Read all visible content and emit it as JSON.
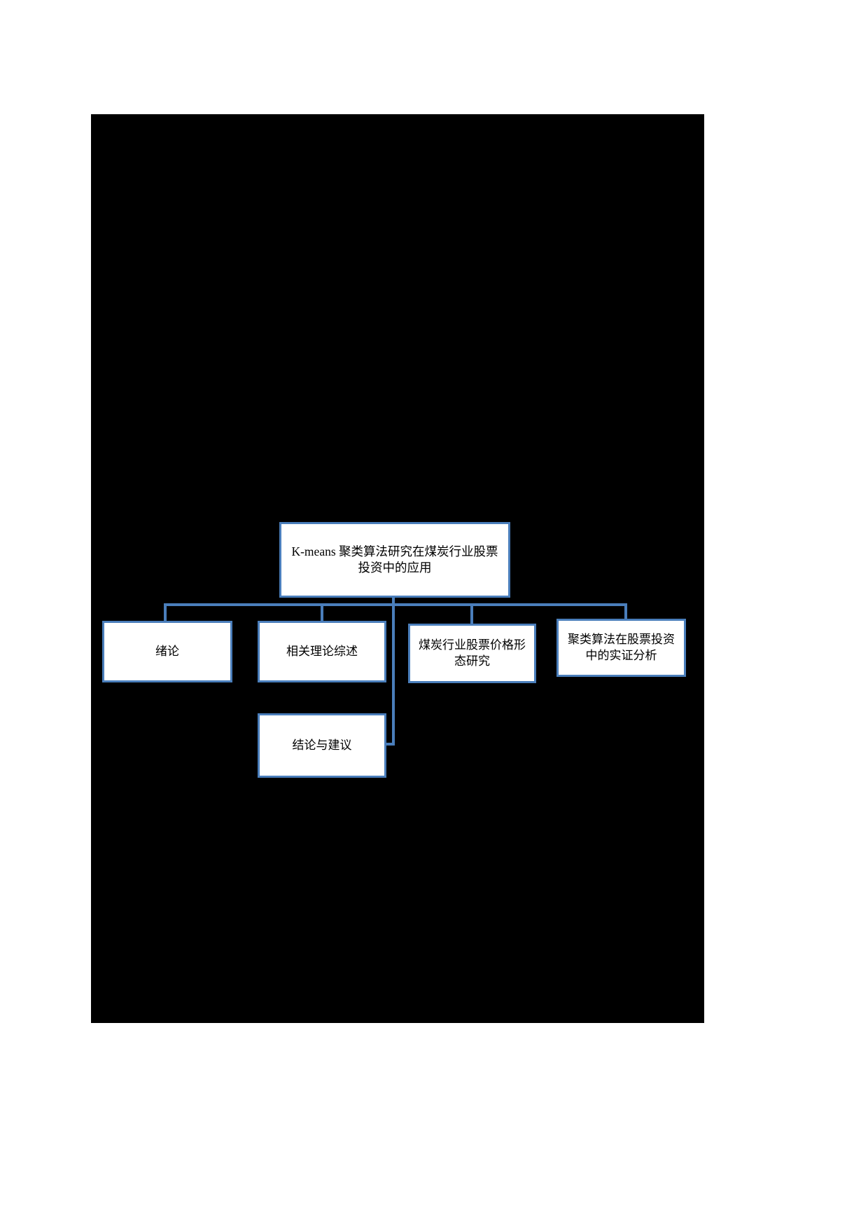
{
  "page": {
    "background_color": "#ffffff",
    "panel_color": "#000000"
  },
  "chart_data": {
    "type": "diagram",
    "diagram_kind": "organizational-chart",
    "title": "K-means 聚类算法研究在煤炭行业股票投资中的应用",
    "accent_color": "#4a7ebb",
    "node_fill": "#ffffff",
    "text_color": "#000000",
    "nodes": [
      {
        "id": "root",
        "label": "K-means 聚类算法研究在煤炭行业股票投资中的应用",
        "level": 0
      },
      {
        "id": "child-1",
        "label": "绪论",
        "level": 1
      },
      {
        "id": "child-2",
        "label": "相关理论综述",
        "level": 1
      },
      {
        "id": "child-3",
        "label": "煤炭行业股票价格形态研究",
        "level": 1
      },
      {
        "id": "child-4",
        "label": "聚类算法在股票投资中的实证分析",
        "level": 1
      },
      {
        "id": "child-5",
        "label": "结论与建议",
        "level": 1
      }
    ],
    "edges": [
      {
        "from": "root",
        "to": "child-1"
      },
      {
        "from": "root",
        "to": "child-2"
      },
      {
        "from": "root",
        "to": "child-3"
      },
      {
        "from": "root",
        "to": "child-4"
      },
      {
        "from": "root",
        "to": "child-5"
      }
    ]
  }
}
